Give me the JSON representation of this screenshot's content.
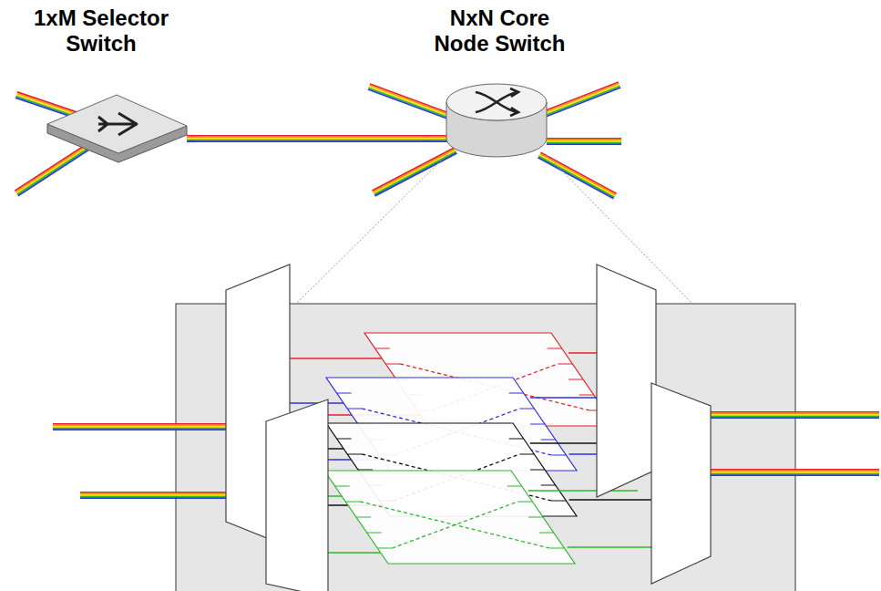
{
  "diagram": {
    "nodes": [
      {
        "text": [
          "1xM Selector Switch"
        ]
      },
      {
        "text": [
          "NxN Core Node Switch"
        ]
      }
    ],
    "edges": [
      {
        "from": 0,
        "to": 1,
        "arrow": "none"
      }
    ]
  }
}
